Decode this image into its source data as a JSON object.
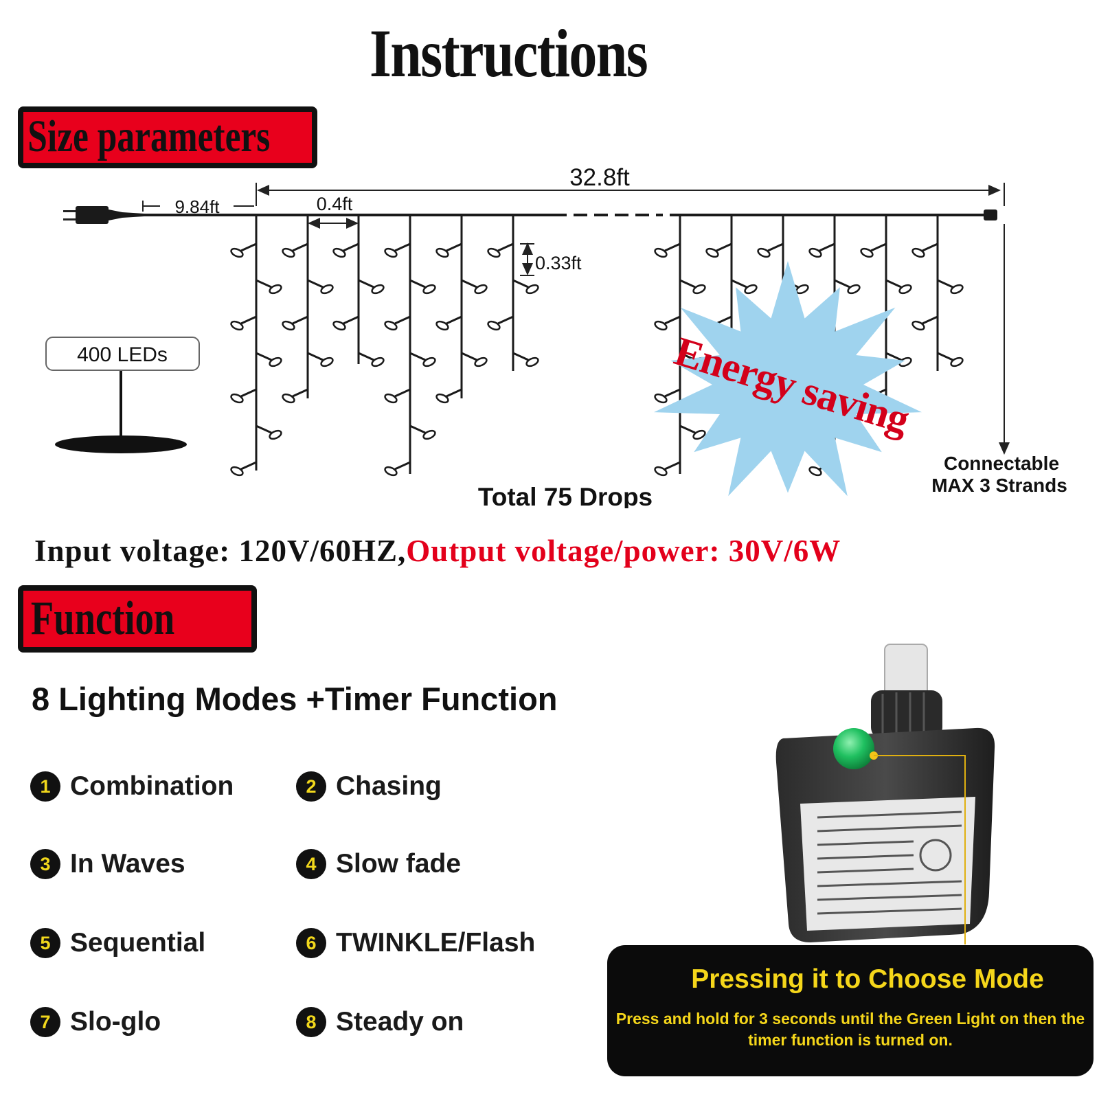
{
  "title": "Instructions",
  "size_section": {
    "heading": "Size parameters",
    "total_length": "32.8ft",
    "lead_length": "9.84ft",
    "drop_spacing": "0.4ft",
    "led_spacing": "0.33ft",
    "led_count_label": "400 LEDs",
    "drops_label": "Total 75 Drops",
    "connectable_line1": "Connectable",
    "connectable_line2": "MAX 3 Strands",
    "badge_text": "Energy saving"
  },
  "voltage": {
    "input": "Input voltage: 120V/60HZ,",
    "output": "Output voltage/power: 30V/6W"
  },
  "function_section": {
    "heading": "Function",
    "modes_heading": "8 Lighting Modes +Timer Function",
    "modes": [
      {
        "number": "1",
        "label": "Combination"
      },
      {
        "number": "2",
        "label": "Chasing"
      },
      {
        "number": "3",
        "label": "In Waves"
      },
      {
        "number": "4",
        "label": "Slow fade"
      },
      {
        "number": "5",
        "label": "Sequential"
      },
      {
        "number": "6",
        "label": "TWINKLE/Flash"
      },
      {
        "number": "7",
        "label": "Slo-glo"
      },
      {
        "number": "8",
        "label": "Steady on"
      }
    ],
    "callout_title": "Pressing it to Choose Mode",
    "callout_body": "Press and hold for 3 seconds until the Green Light on then the timer function is turned on."
  },
  "colors": {
    "section_red": "#e8001c",
    "output_red": "#e3001b",
    "badge_blue": "#9fd3ee",
    "callout_yellow": "#f5d61a",
    "button_green": "#1fc060"
  }
}
